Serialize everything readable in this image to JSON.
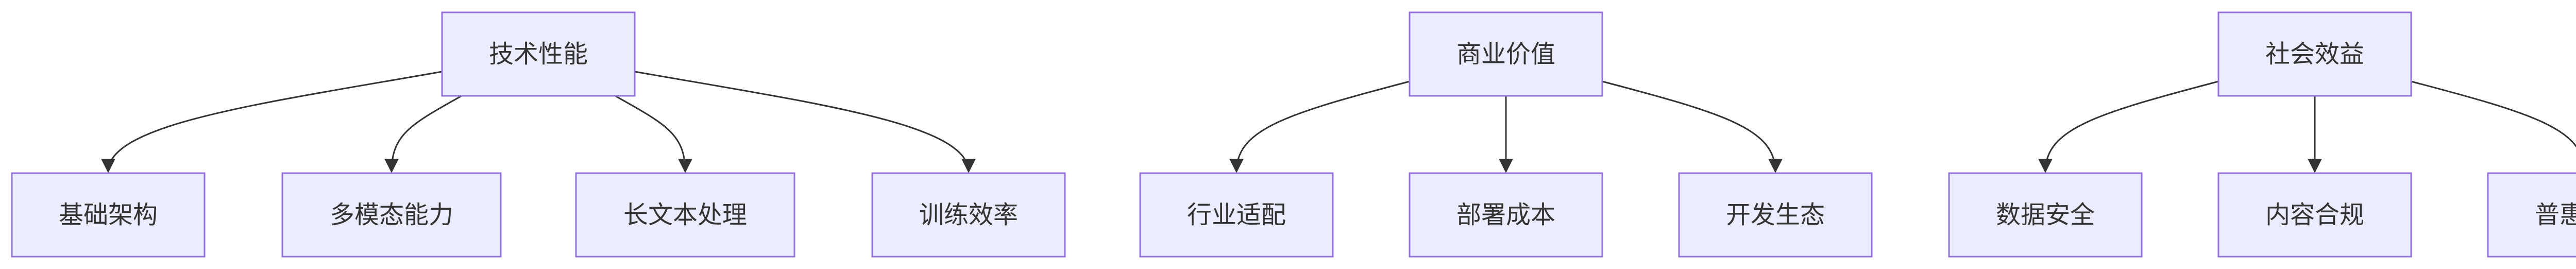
{
  "diagram": {
    "roots": [
      {
        "id": "tech",
        "label": "技术性能",
        "children": [
          {
            "id": "arch",
            "label": "基础架构"
          },
          {
            "id": "multimodal",
            "label": "多模态能力"
          },
          {
            "id": "longtext",
            "label": "长文本处理"
          },
          {
            "id": "training",
            "label": "训练效率"
          }
        ]
      },
      {
        "id": "biz",
        "label": "商业价值",
        "children": [
          {
            "id": "industry",
            "label": "行业适配"
          },
          {
            "id": "cost",
            "label": "部署成本"
          },
          {
            "id": "ecosystem",
            "label": "开发生态"
          }
        ]
      },
      {
        "id": "social",
        "label": "社会效益",
        "children": [
          {
            "id": "security",
            "label": "数据安全"
          },
          {
            "id": "compliance",
            "label": "内容合规"
          },
          {
            "id": "inclusive",
            "label": "普惠价值"
          }
        ]
      }
    ],
    "colors": {
      "node_fill": "#ECECFF",
      "node_stroke": "#9370DB",
      "edge": "#333333",
      "text": "#333333",
      "background": "#FFFFFF"
    }
  }
}
